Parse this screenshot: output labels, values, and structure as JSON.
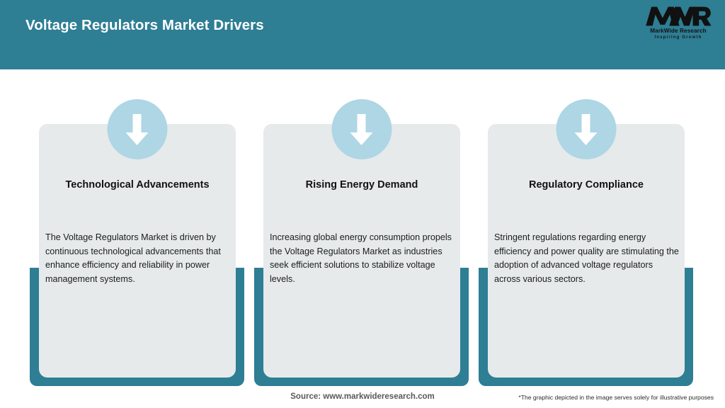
{
  "header": {
    "title": "Voltage Regulators Market Drivers",
    "background_color": "#2e7e94"
  },
  "logo": {
    "mark": "MWR",
    "name": "MarkWide Research",
    "tagline": "Inspiring Growth"
  },
  "cards": [
    {
      "icon": "down-arrow-icon",
      "title": "Technological Advancements",
      "body": "The Voltage Regulators Market is driven by continuous technological advancements that enhance efficiency and reliability in power management systems."
    },
    {
      "icon": "down-arrow-icon",
      "title": "Rising Energy Demand",
      "body": "Increasing global energy consumption propels the Voltage Regulators Market as industries seek efficient solutions to stabilize voltage levels."
    },
    {
      "icon": "down-arrow-icon",
      "title": "Regulatory Compliance",
      "body": "Stringent regulations regarding energy efficiency and power quality are stimulating the adoption of advanced voltage regulators across various sectors."
    }
  ],
  "footer": {
    "source": "Source: www.markwideresearch.com",
    "disclaimer": "*The graphic depicted in the image serves solely for illustrative purposes"
  },
  "colors": {
    "accent_teal": "#2e7e94",
    "panel_gray": "#e6eaeb",
    "badge_blue": "#aed6e5"
  }
}
